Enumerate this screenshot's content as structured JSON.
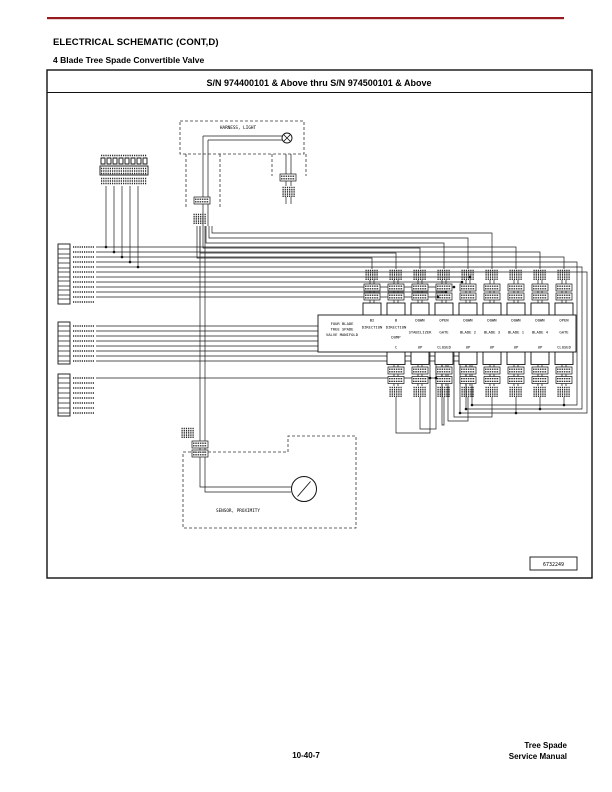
{
  "page": {
    "header_title": "ELECTRICAL SCHEMATIC (CONT,D)",
    "subtitle": "4 Blade Tree Spade Convertible Valve",
    "accent_color": "#971B1E"
  },
  "footer": {
    "page_number": "10-40-7",
    "right_line1": "Tree Spade",
    "right_line2": "Service Manual"
  },
  "schematic": {
    "title": "S/N 974400101 & Above thru S/N 974500101 & Above",
    "part_number": "6732249",
    "harness_light_label": "HARNESS, LIGHT",
    "sensor_label": "SENSOR, PROXIMITY",
    "manifold_label_lines": [
      "FOUR BLADE",
      "TREE SPADE",
      "VALVE MANIFOLD"
    ],
    "valve_columns": [
      {
        "top": "B2",
        "name": "DIRECTION",
        "bottom": ""
      },
      {
        "top": "B",
        "name": "DIRECTION",
        "mid": "DUMP",
        "bottom": "C"
      },
      {
        "top": "DOWN",
        "name": "STABILIZER",
        "bottom": "UP"
      },
      {
        "top": "OPEN",
        "name": "GATE",
        "bottom": "CLOSED"
      },
      {
        "top": "DOWN",
        "name": "BLADE 2",
        "bottom": "UP"
      },
      {
        "top": "DOWN",
        "name": "BLADE 3",
        "bottom": "UP"
      },
      {
        "top": "DOWN",
        "name": "BLADE 1",
        "bottom": "UP"
      },
      {
        "top": "DOWN",
        "name": "BLADE 4",
        "bottom": "UP"
      },
      {
        "top": "OPEN",
        "name": "GATE",
        "bottom": "CLOSED"
      }
    ]
  }
}
